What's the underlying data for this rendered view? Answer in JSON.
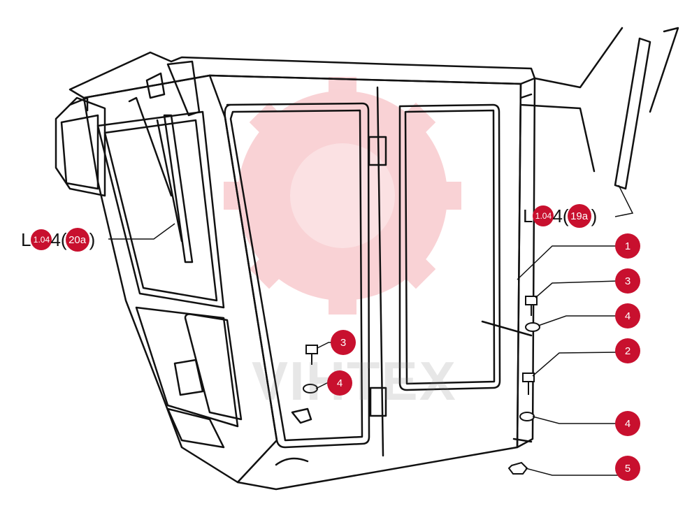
{
  "watermark": {
    "text": "VIHTEX",
    "color": "#e8505b"
  },
  "colors": {
    "callout_fill": "#c8102e",
    "line": "#111111"
  },
  "references": {
    "left": {
      "prefix": "L",
      "badge1": "1.04",
      "middle": "4(",
      "badge2": "20a",
      "suffix": ")"
    },
    "right": {
      "prefix": "L",
      "badge1": "1.04",
      "middle": "4(",
      "badge2": "19a",
      "suffix": ")"
    }
  },
  "callouts": [
    {
      "label": "1"
    },
    {
      "label": "3"
    },
    {
      "label": "4"
    },
    {
      "label": "2"
    },
    {
      "label": "4"
    },
    {
      "label": "5"
    },
    {
      "label": "3"
    },
    {
      "label": "4"
    }
  ]
}
